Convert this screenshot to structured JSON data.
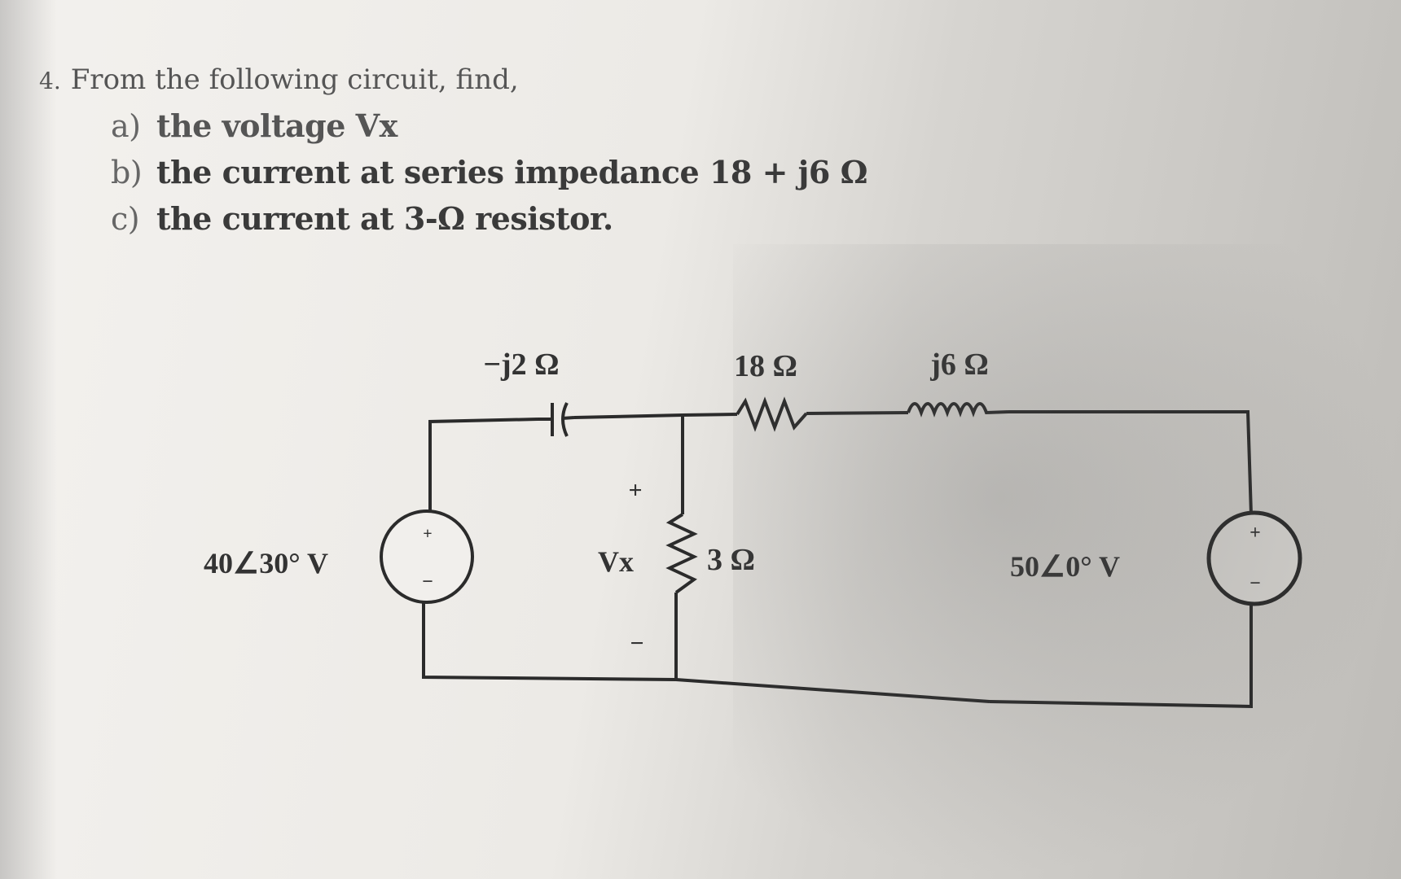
{
  "question": {
    "number": "4.",
    "prompt": "From the following circuit, find,",
    "items": [
      {
        "letter": "a)",
        "text": "the voltage Vx"
      },
      {
        "letter": "b)",
        "text": "the current at series impedance 18 + j6 Ω"
      },
      {
        "letter": "c)",
        "text": "the current at 3-Ω resistor."
      }
    ]
  },
  "circuit": {
    "capacitor_label": "−j2 Ω",
    "resistor_series_label": "18 Ω",
    "inductor_label": "j6 Ω",
    "resistor_shunt_label": "3 Ω",
    "source_left_label": "40∠30° V",
    "source_right_label": "50∠0° V",
    "vx_label": "Vx",
    "vx_plus": "+",
    "vx_minus": "−",
    "source_plus": "+",
    "source_minus": "−"
  }
}
